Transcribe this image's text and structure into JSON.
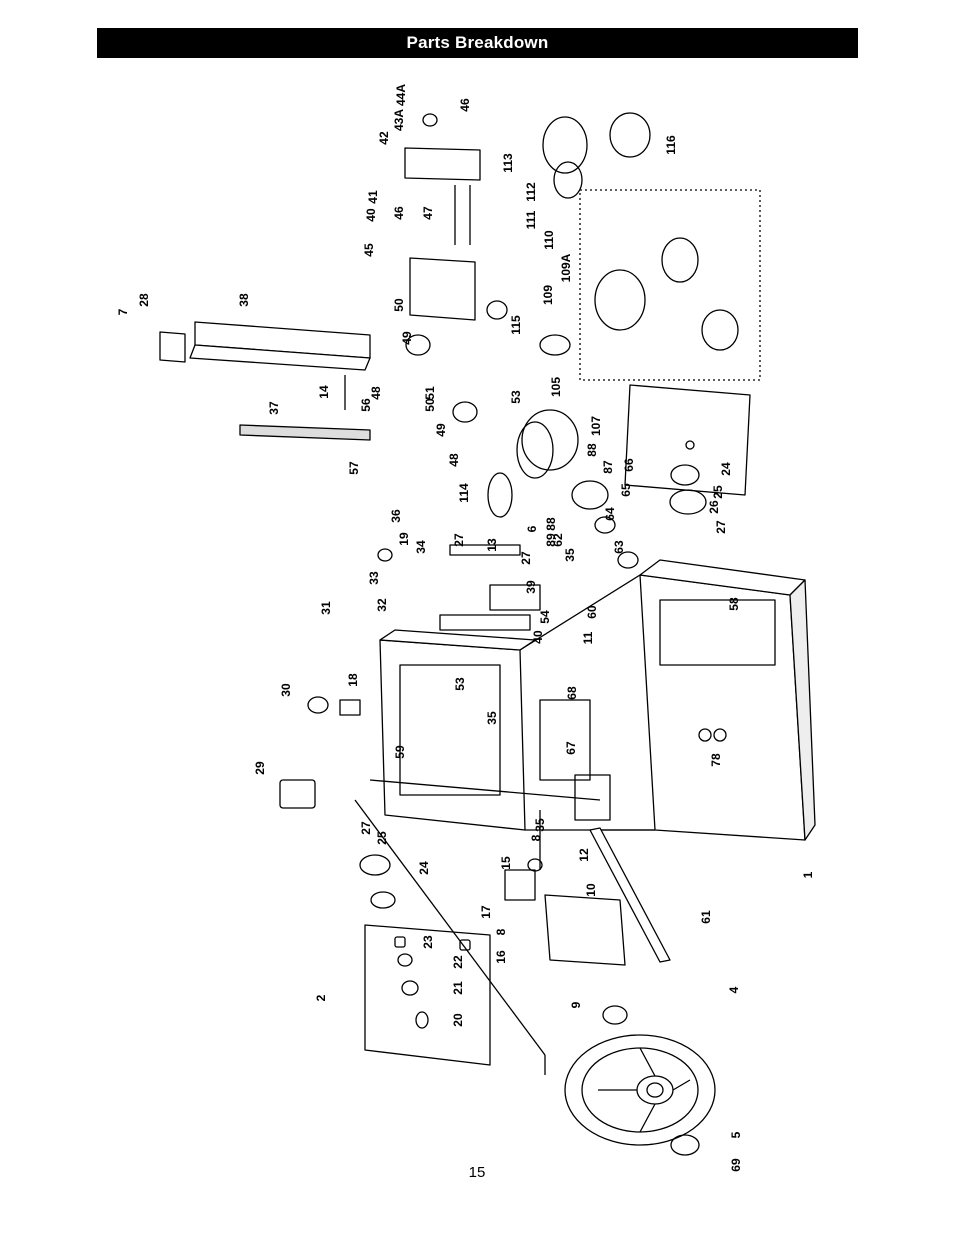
{
  "header": {
    "title": "Parts Breakdown"
  },
  "page": {
    "number": "15"
  },
  "diagram": {
    "callouts": [
      "1",
      "2",
      "4",
      "5",
      "6",
      "7",
      "8",
      "8",
      "9",
      "10",
      "11",
      "12",
      "13",
      "14",
      "15",
      "16",
      "17",
      "18",
      "19",
      "20",
      "21",
      "22",
      "23",
      "24",
      "24",
      "25",
      "25",
      "26",
      "27",
      "27",
      "27",
      "27",
      "28",
      "29",
      "30",
      "31",
      "32",
      "33",
      "34",
      "35",
      "35",
      "35",
      "36",
      "37",
      "38",
      "39",
      "40",
      "40",
      "41",
      "42",
      "43A",
      "44A",
      "45",
      "46",
      "46",
      "47",
      "48",
      "48",
      "49",
      "49",
      "50",
      "50",
      "51",
      "53",
      "53",
      "54",
      "56",
      "57",
      "58",
      "59",
      "60",
      "61",
      "62",
      "63",
      "64",
      "65",
      "66",
      "67",
      "68",
      "69",
      "78",
      "87",
      "88",
      "88",
      "89",
      "105",
      "107",
      "109",
      "109A",
      "110",
      "111",
      "112",
      "113",
      "114",
      "115",
      "116"
    ]
  }
}
